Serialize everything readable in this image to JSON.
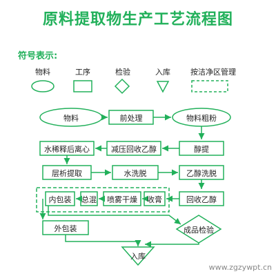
{
  "title": "原料提取物生产工艺流程图",
  "colors": {
    "accent": "#21b05a",
    "stroke": "#21b05a",
    "text": "#222222"
  },
  "legend": {
    "heading": "符号表示:",
    "items": [
      {
        "label": "物料",
        "shape": "ellipse"
      },
      {
        "label": "工序",
        "shape": "rect"
      },
      {
        "label": "检验",
        "shape": "diamond"
      },
      {
        "label": "入库",
        "shape": "triangle-down"
      },
      {
        "label": "按洁净区管理",
        "shape": "dashed-rect"
      }
    ]
  },
  "flow": {
    "material": "物料",
    "pretreat": "前处理",
    "coarse_powder": "物料粗粉",
    "alcohol_extract": "醇提",
    "vacuum_recover": "减压回收乙醇",
    "water_settle": "水稀释后离心",
    "chromatography": "层析提取",
    "water_wash": "水洗脱",
    "ethanol_elute": "乙醇洗脱",
    "recover_ethanol": "回收乙醇",
    "collect_paste": "收膏",
    "spray_dry": "喷雾干燥",
    "mix": "总混",
    "inner_pack": "内包装",
    "outer_pack": "外包装",
    "qc": "成品检验",
    "warehouse": "入库"
  },
  "watermark": "www.zgzywpt.cn"
}
